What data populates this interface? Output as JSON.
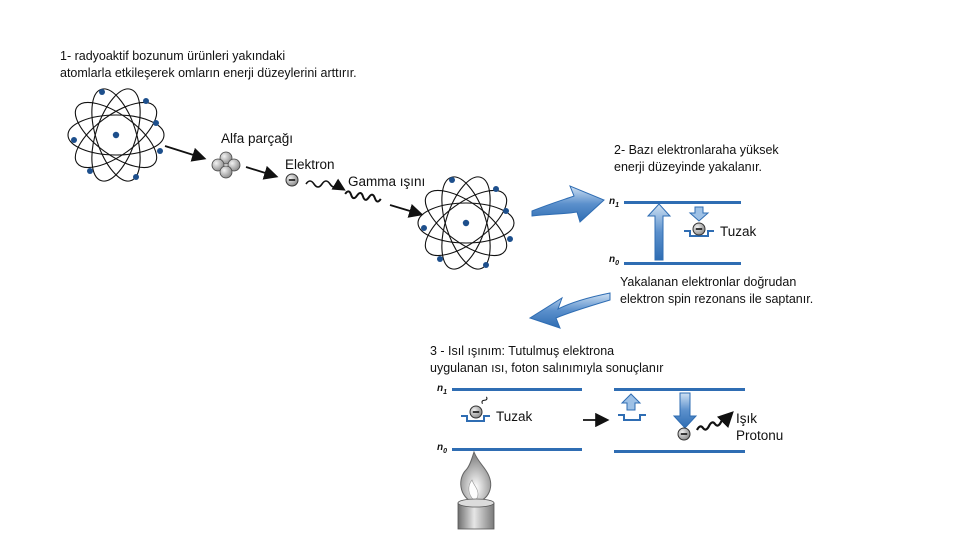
{
  "step1": {
    "line1": "1- radyoaktif bozunum ürünleri yakındaki",
    "line2": "atomlarla etkileşerek omların enerji düzeylerini arttırır."
  },
  "labels": {
    "alpha": "Alfa parçağı",
    "electron": "Elektron",
    "gamma": "Gamma ışını"
  },
  "step2": {
    "line1": "2- Bazı elektronlaraha yüksek",
    "line2": "enerji düzeyinde yakalanır."
  },
  "detect": {
    "line1": "Yakalanan elektronlar doğrudan",
    "line2": "elektron spin rezonans ile saptanır."
  },
  "step3": {
    "line1": "3 - Isıl ışınım: Tutulmuş elektrona",
    "line2": "uygulanan ısı, foton salınımıyla sonuçlanır"
  },
  "trap": "Tuzak",
  "photon": {
    "line1": "Işık",
    "line2": "Protonu"
  },
  "levels": {
    "n1": "n",
    "n1_sub": "1",
    "n0": "n",
    "n0_sub": "0"
  },
  "colors": {
    "accent": "#2f6db3",
    "arrow_light": "#9ec1e6",
    "nucleus": "#1d4f8c"
  }
}
